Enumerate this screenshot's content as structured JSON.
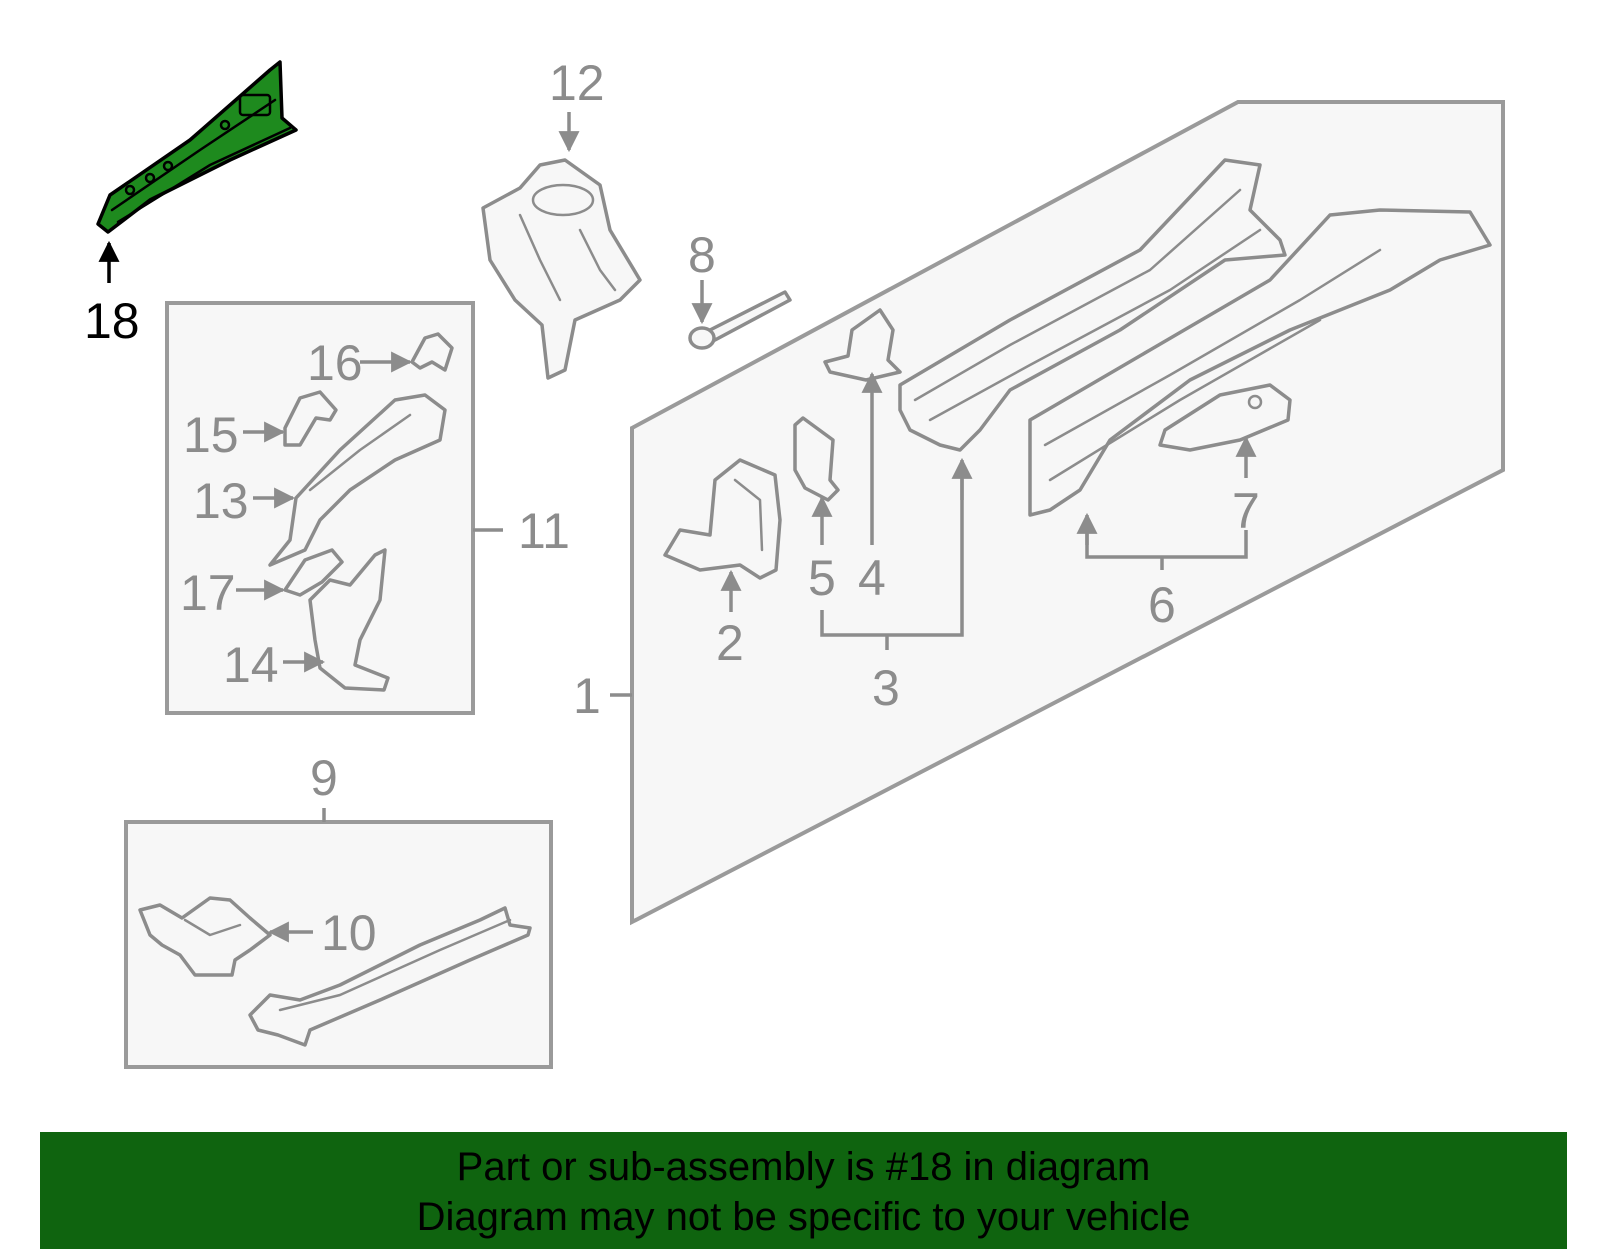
{
  "callouts": {
    "c1": "1",
    "c2": "2",
    "c3": "3",
    "c4": "4",
    "c5": "5",
    "c6": "6",
    "c7": "7",
    "c8": "8",
    "c9": "9",
    "c10": "10",
    "c11": "11",
    "c12": "12",
    "c13": "13",
    "c14": "14",
    "c15": "15",
    "c16": "16",
    "c17": "17",
    "c18": "18"
  },
  "highlighted_part": "18",
  "colors": {
    "highlight": "#1e8a1e",
    "banner": "#0f640f",
    "line": "#8c8c8c"
  },
  "banner": {
    "line1": "Part or sub-assembly is #18 in diagram",
    "line2": "Diagram may not be specific to your vehicle"
  }
}
